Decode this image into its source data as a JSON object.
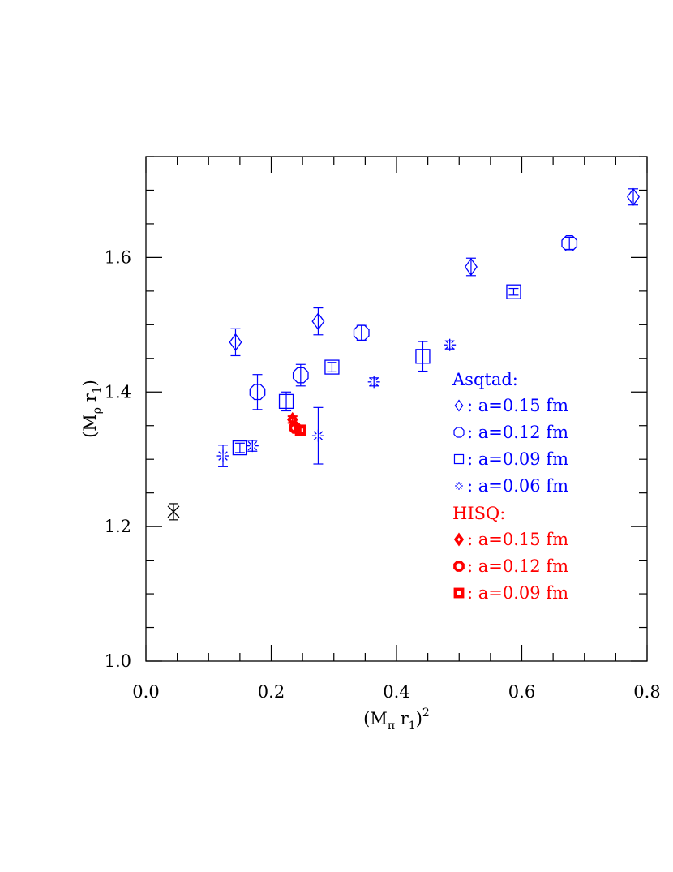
{
  "chart_data": {
    "type": "scatter",
    "xlabel": "(M_π r_1)^2",
    "ylabel": "(M_ρ r_1)",
    "xlim": [
      0.0,
      0.8
    ],
    "ylim": [
      1.0,
      1.75
    ],
    "x_ticks": [
      "0.0",
      "0.2",
      "0.4",
      "0.6",
      "0.8"
    ],
    "y_ticks": [
      "1.0",
      "1.2",
      "1.4",
      "1.6"
    ],
    "grid": false,
    "legend_position": "right",
    "colors": {
      "asqtad": "#0000ff",
      "hisq": "#ff0000",
      "extrapolation": "#000000"
    },
    "legend": {
      "asqtad_heading": "Asqtad:",
      "hisq_heading": "HISQ:",
      "entries": [
        {
          "marker": "diamond",
          "group": "asqtad",
          "label": ": a=0.15 fm"
        },
        {
          "marker": "octagon",
          "group": "asqtad",
          "label": ": a=0.12 fm"
        },
        {
          "marker": "square",
          "group": "asqtad",
          "label": ": a=0.09 fm"
        },
        {
          "marker": "burst",
          "group": "asqtad",
          "label": ": a=0.06 fm"
        },
        {
          "marker": "diamond",
          "group": "hisq",
          "label": ": a=0.15 fm"
        },
        {
          "marker": "octagon",
          "group": "hisq",
          "label": ": a=0.12 fm"
        },
        {
          "marker": "square",
          "group": "hisq",
          "label": ": a=0.09 fm"
        }
      ]
    },
    "series": [
      {
        "group": "asqtad",
        "marker": "diamond",
        "points": [
          {
            "x": 0.143,
            "y": 1.474,
            "err": 0.02
          },
          {
            "x": 0.275,
            "y": 1.505,
            "err": 0.02
          },
          {
            "x": 0.519,
            "y": 1.586,
            "err": 0.013
          },
          {
            "x": 0.778,
            "y": 1.69,
            "err": 0.012
          }
        ]
      },
      {
        "group": "asqtad",
        "marker": "octagon",
        "points": [
          {
            "x": 0.178,
            "y": 1.4,
            "err": 0.026
          },
          {
            "x": 0.247,
            "y": 1.425,
            "err": 0.016
          },
          {
            "x": 0.344,
            "y": 1.488,
            "err": 0.011
          },
          {
            "x": 0.676,
            "y": 1.621,
            "err": 0.009
          }
        ]
      },
      {
        "group": "asqtad",
        "marker": "square",
        "points": [
          {
            "x": 0.15,
            "y": 1.317,
            "err": 0.007
          },
          {
            "x": 0.224,
            "y": 1.386,
            "err": 0.014
          },
          {
            "x": 0.297,
            "y": 1.437,
            "err": 0.007
          },
          {
            "x": 0.442,
            "y": 1.453,
            "err": 0.022
          },
          {
            "x": 0.587,
            "y": 1.549,
            "err": 0.005
          }
        ]
      },
      {
        "group": "asqtad",
        "marker": "burst",
        "points": [
          {
            "x": 0.123,
            "y": 1.305,
            "err": 0.016
          },
          {
            "x": 0.17,
            "y": 1.32,
            "err": 0.008
          },
          {
            "x": 0.275,
            "y": 1.335,
            "err": 0.042
          },
          {
            "x": 0.364,
            "y": 1.415,
            "err": 0.006
          },
          {
            "x": 0.485,
            "y": 1.47,
            "err": 0.006
          }
        ]
      },
      {
        "group": "hisq",
        "marker": "diamond",
        "points": [
          {
            "x": 0.234,
            "y": 1.359,
            "err": 0.005
          }
        ]
      },
      {
        "group": "hisq",
        "marker": "octagon",
        "points": [
          {
            "x": 0.238,
            "y": 1.347,
            "err": 0.005
          }
        ]
      },
      {
        "group": "hisq",
        "marker": "square",
        "points": [
          {
            "x": 0.247,
            "y": 1.343,
            "err": 0.004
          }
        ]
      },
      {
        "group": "extrapolation",
        "marker": "cross",
        "points": [
          {
            "x": 0.044,
            "y": 1.222,
            "err": 0.012
          }
        ]
      }
    ]
  }
}
